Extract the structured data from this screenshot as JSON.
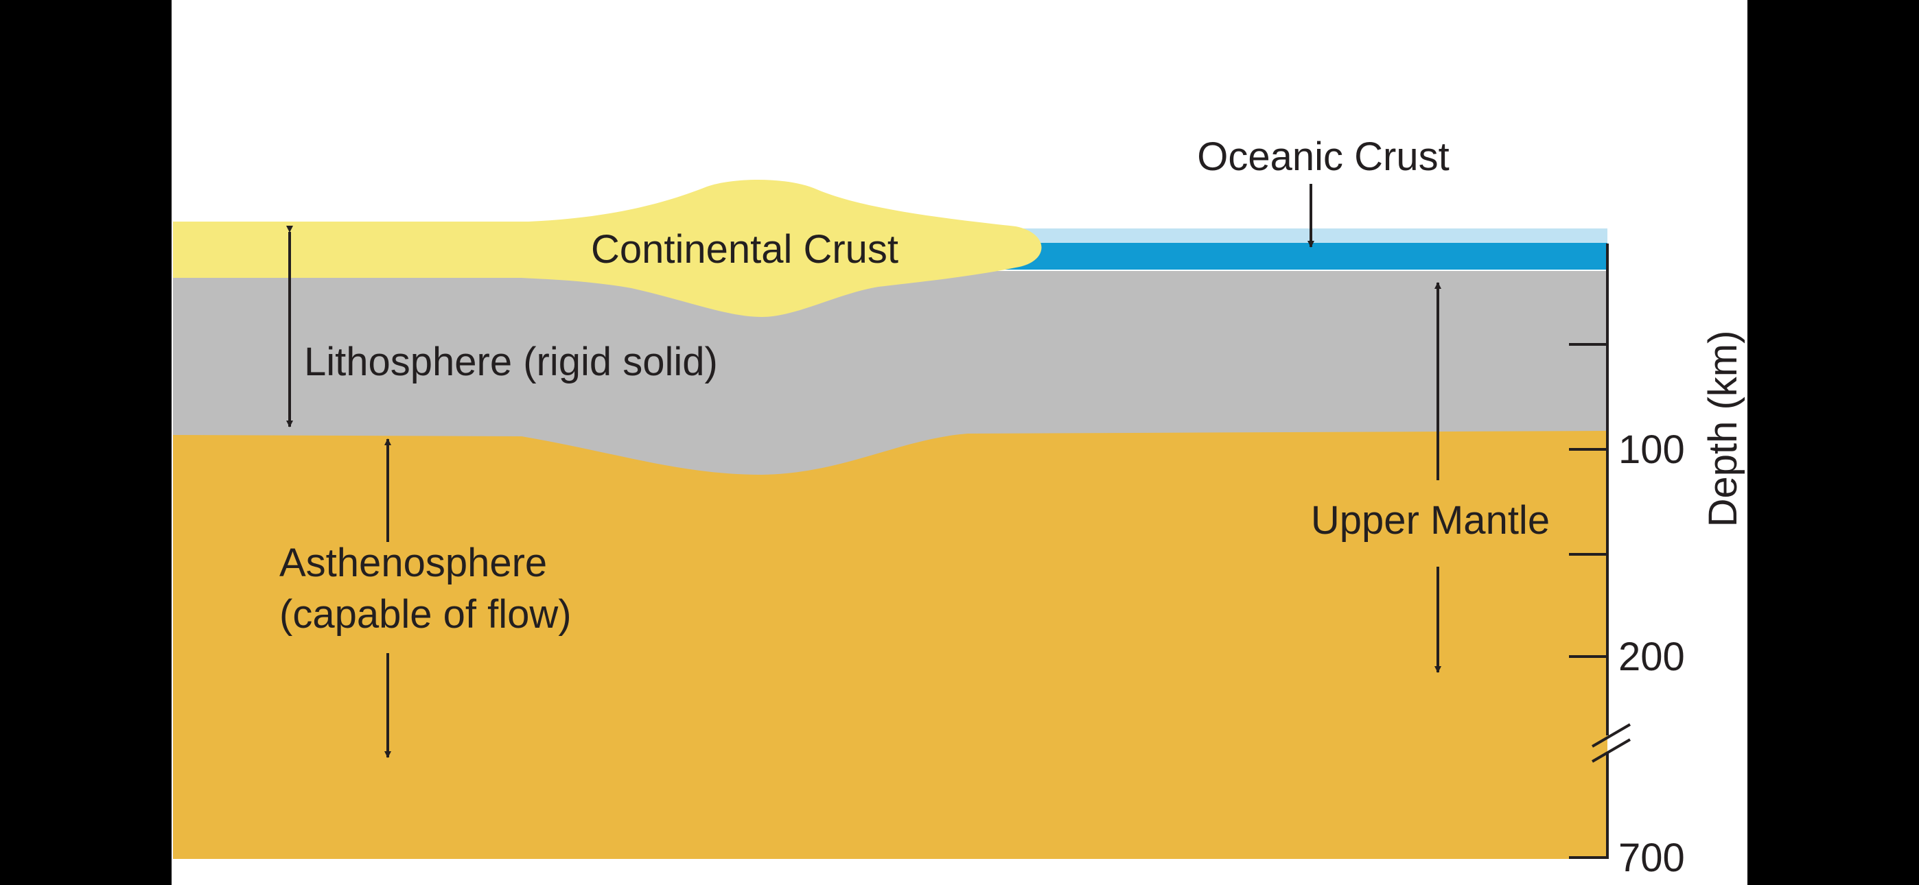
{
  "diagram": {
    "labels": {
      "oceanic_crust": "Oceanic Crust",
      "continental_crust": "Continental Crust",
      "lithosphere": "Lithosphere (rigid solid)",
      "asthenosphere_line1": "Asthenosphere",
      "asthenosphere_line2": "(capable of flow)",
      "upper_mantle": "Upper Mantle"
    },
    "depth_axis": {
      "title": "Depth (km)",
      "ticks": [
        "100",
        "200",
        "700"
      ],
      "axis_break": true
    },
    "colors": {
      "letterbox": "#000000",
      "background": "#ffffff",
      "continental_crust": "#f6e97c",
      "oceanic_crust": "#119bd3",
      "ocean_water": "#bfe2f3",
      "lithosphere": "#bdbdbd",
      "asthenosphere": "#ebb842",
      "ink": "#231f20"
    }
  }
}
